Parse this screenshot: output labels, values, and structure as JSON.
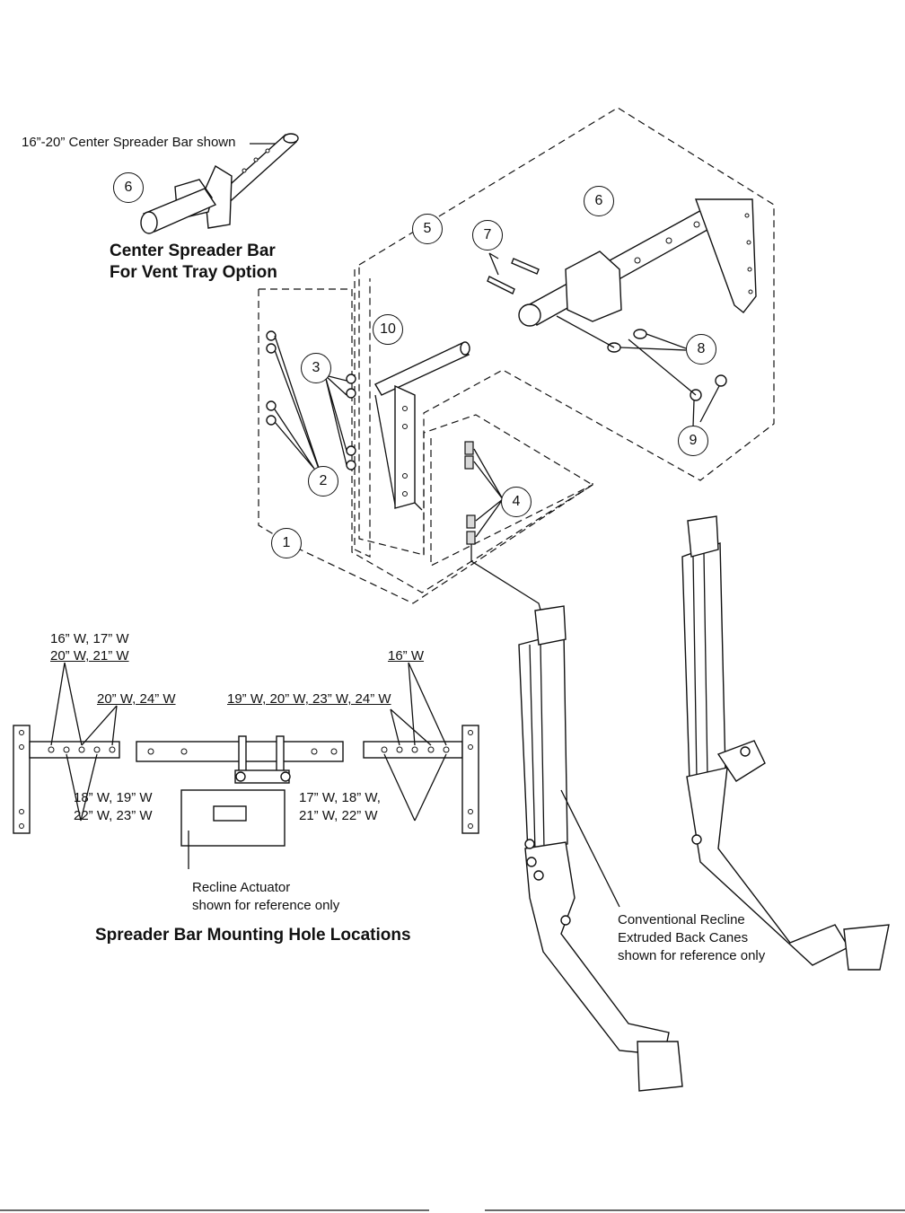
{
  "labels": {
    "center_bar_shown": "16”-20” Center Spreader Bar shown",
    "heading_vent_line1": "Center Spreader Bar",
    "heading_vent_line2": "For Vent Tray Option",
    "holes_16_17": "16” W, 17” W",
    "holes_20_21": "20” W, 21” W",
    "holes_20_24": "20” W, 24” W",
    "holes_19_20_23_24": "19” W, 20” W, 23” W, 24” W",
    "holes_16_right": "16” W",
    "holes_18_19": "18” W, 19” W",
    "holes_22_23": "22” W, 23” W",
    "holes_17_18": "17” W, 18” W,",
    "holes_21_22": "21” W, 22” W",
    "actuator_line1": "Recline Actuator",
    "actuator_line2": "shown for reference only",
    "heading_holes": "Spreader Bar Mounting Hole Locations",
    "canes_line1": "Conventional Recline",
    "canes_line2": "Extruded Back Canes",
    "canes_line3": "shown for reference only"
  },
  "callouts": {
    "c1": "1",
    "c2": "2",
    "c3": "3",
    "c4": "4",
    "c5": "5",
    "c6_top": "6",
    "c6_right": "6",
    "c7": "7",
    "c8": "8",
    "c9": "9",
    "c10": "10"
  }
}
